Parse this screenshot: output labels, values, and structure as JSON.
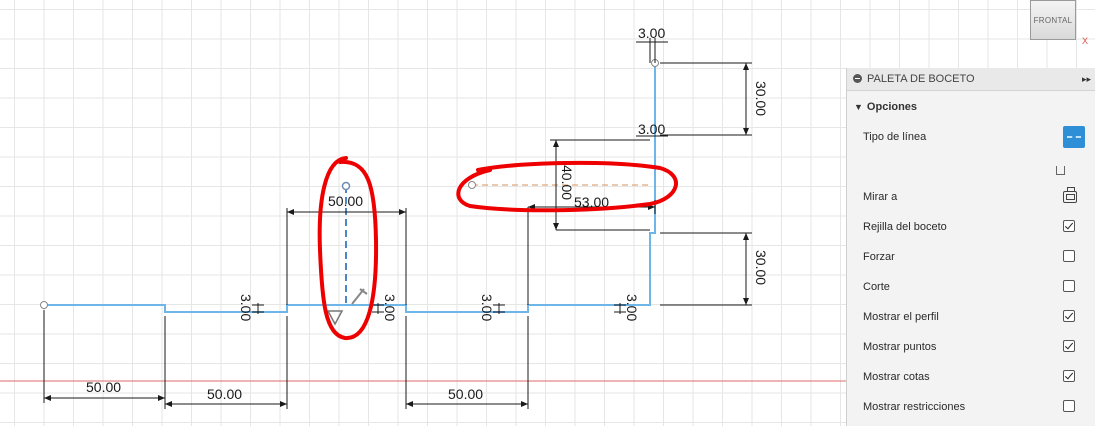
{
  "viewcube": {
    "label": "FRONTAL",
    "axis": "X"
  },
  "dimensions": {
    "top_width": "3.00",
    "upper_height": "30.00",
    "mid_width": "3.00",
    "vertical_40": "40.00",
    "horizontal_53": "53.00",
    "lower_height": "30.00",
    "construction_line_width": "50.00",
    "step_1": "3.00",
    "step_2": "3.00",
    "step_3": "3.00",
    "step_4": "3.00",
    "seg_1": "50.00",
    "seg_2": "50.00",
    "seg_3": "50.00"
  },
  "palette": {
    "title": "PALETA DE BOCETO",
    "expand_glyph": "▸▸",
    "section": "Opciones",
    "rows": [
      {
        "label": "Tipo de línea",
        "control": "linetype-button"
      },
      {
        "label": "Mirar a",
        "control": "look-at-icon"
      },
      {
        "label": "Rejilla del boceto",
        "checked": true
      },
      {
        "label": "Forzar",
        "checked": false
      },
      {
        "label": "Corte",
        "checked": false
      },
      {
        "label": "Mostrar el perfil",
        "checked": true
      },
      {
        "label": "Mostrar puntos",
        "checked": true
      },
      {
        "label": "Mostrar cotas",
        "checked": true
      },
      {
        "label": "Mostrar restricciones",
        "checked": false
      }
    ]
  },
  "colors": {
    "profile_line": "#6fb6e8",
    "construction_line": "#4a86c8",
    "dashed_reference": "#e0a77a",
    "dimension_line": "#1a1a1a",
    "x_axis": "#e06a6a",
    "annotation": "#ee0000",
    "accent_button": "#2f8fd6"
  }
}
